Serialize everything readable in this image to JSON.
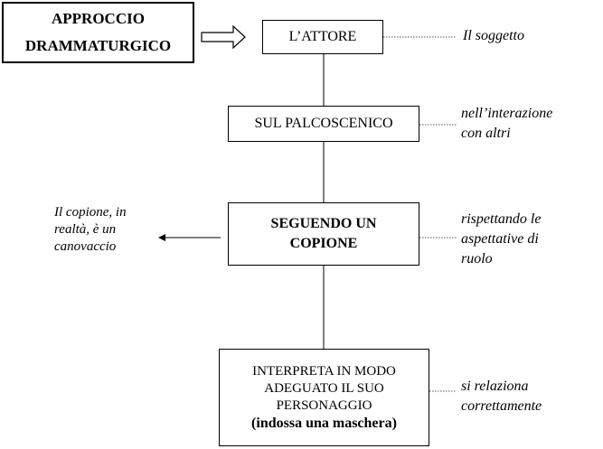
{
  "title": {
    "line1": "APPROCCIO",
    "line2": "DRAMMATURGICO"
  },
  "boxes": {
    "attore": "L’ATTORE",
    "palcoscenico": "SUL PALCOSCENICO",
    "copione_line1": "SEGUENDO UN",
    "copione_line2": "COPIONE",
    "interpreta_line1": "INTERPRETA IN MODO",
    "interpreta_line2": "ADEGUATO IL SUO",
    "interpreta_line3": "PERSONAGGIO",
    "interpreta_line4": "(indossa una maschera)"
  },
  "notes": {
    "soggetto": "Il soggetto",
    "interazione": "nell’interazione\ncon altri",
    "aspettative": "rispettando le\naspettative di\nruolo",
    "relaziona": "si relaziona\ncorrettamente",
    "canovaccio": "Il copione, in\nrealtà, è un\ncanovaccio"
  }
}
